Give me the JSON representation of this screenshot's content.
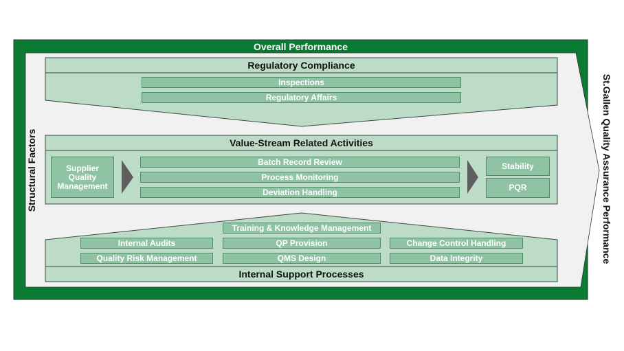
{
  "colors": {
    "frame_green": "#0b7a32",
    "inner_bg": "#f1f1f1",
    "section_fill": "#bcdcc8",
    "item_fill": "#8fc3a3",
    "item_border": "#4f8c66",
    "arrow_gray": "#5e5e5e",
    "outline": "#3c4a40"
  },
  "frame": {
    "top_label": "Overall Performance",
    "left_label": "Structural Factors",
    "right_label": "St.Gallen Quality Assurance Performance"
  },
  "regulatory": {
    "title": "Regulatory Compliance",
    "items": [
      "Inspections",
      "Regulatory Affairs"
    ]
  },
  "value_stream": {
    "title": "Value-Stream Related Activities",
    "input": "Supplier Quality Management",
    "activities": [
      "Batch Record Review",
      "Process Monitoring",
      "Deviation Handling"
    ],
    "outputs": [
      "Stability",
      "PQR"
    ]
  },
  "support": {
    "title": "Internal Support Processes",
    "top_item": "Training & Knowledge Management",
    "left_items": [
      "Internal Audits",
      "Quality Risk Management"
    ],
    "center_items": [
      "QP Provision",
      "QMS Design"
    ],
    "right_items": [
      "Change Control Handling",
      "Data Integrity"
    ]
  }
}
